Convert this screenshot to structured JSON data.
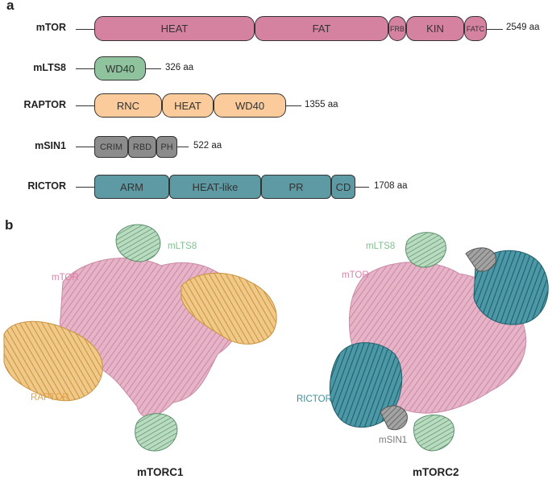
{
  "panel_a": {
    "letter": "a",
    "proteins": [
      {
        "name": "mTOR",
        "length": "2549 aa",
        "domains": [
          {
            "label": "HEAT",
            "color": "#d4829f"
          },
          {
            "label": "FAT",
            "color": "#d4829f"
          },
          {
            "label": "FRB",
            "color": "#d4829f"
          },
          {
            "label": "KIN",
            "color": "#d4829f"
          },
          {
            "label": "FATC",
            "color": "#d4829f"
          }
        ]
      },
      {
        "name": "mLTS8",
        "length": "326 aa",
        "domains": [
          {
            "label": "WD40",
            "color": "#8fc39d"
          }
        ]
      },
      {
        "name": "RAPTOR",
        "length": "1355 aa",
        "domains": [
          {
            "label": "RNC",
            "color": "#fbcb9c"
          },
          {
            "label": "HEAT",
            "color": "#fbcb9c"
          },
          {
            "label": "WD40",
            "color": "#fbcb9c"
          }
        ]
      },
      {
        "name": "mSIN1",
        "length": "522 aa",
        "domains": [
          {
            "label": "CRIM",
            "color": "#8c8c8c"
          },
          {
            "label": "RBD",
            "color": "#8c8c8c"
          },
          {
            "label": "PH",
            "color": "#8c8c8c"
          }
        ]
      },
      {
        "name": "RICTOR",
        "length": "1708 aa",
        "domains": [
          {
            "label": "ARM",
            "color": "#5e9aa3"
          },
          {
            "label": "HEAT-like",
            "color": "#5e9aa3"
          },
          {
            "label": "PR",
            "color": "#5e9aa3"
          },
          {
            "label": "CD",
            "color": "#5e9aa3"
          }
        ]
      }
    ]
  },
  "panel_b": {
    "letter": "b",
    "complexes": [
      {
        "name": "mTORC1",
        "labels": [
          {
            "text": "mLTS8",
            "color": "#7fbf8f"
          },
          {
            "text": "mTOR",
            "color": "#d77fa8"
          },
          {
            "text": "RAPTOR",
            "color": "#e2a24b"
          }
        ]
      },
      {
        "name": "mTORC2",
        "labels": [
          {
            "text": "mLTS8",
            "color": "#7fbf8f"
          },
          {
            "text": "mTOR",
            "color": "#d77fa8"
          },
          {
            "text": "RICTOR",
            "color": "#3e8f9c"
          },
          {
            "text": "mSIN1",
            "color": "#7a7a7a"
          }
        ]
      }
    ],
    "colors": {
      "mtor": "#e7b3c6",
      "mlst8": "#a8d2b2",
      "raptor": "#e8b86a",
      "rictor": "#3e8594",
      "msin1": "#8a8a8a"
    }
  }
}
